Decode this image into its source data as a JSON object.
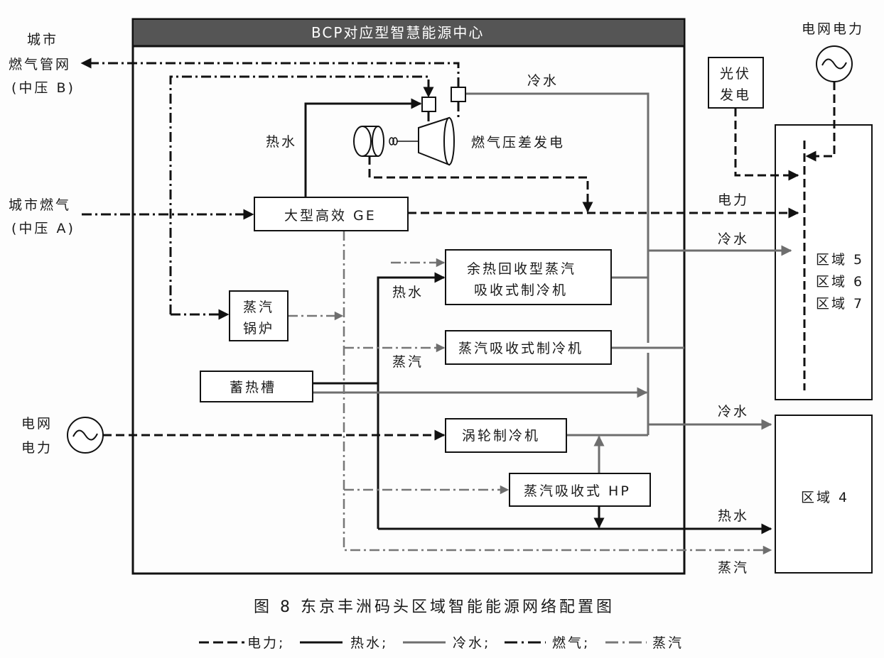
{
  "frame_title": "BCP对应型智慧能源中心",
  "external": {
    "city_gas_network": [
      "城市",
      "燃气管网",
      "(中压 B)"
    ],
    "city_gas": [
      "城市燃气",
      "(中压 A)"
    ],
    "grid_power_left": [
      "电网",
      "电力"
    ],
    "grid_power_top": "电网电力",
    "pv": [
      "光伏",
      "发电"
    ]
  },
  "equipment": {
    "ge": "大型高效 GE",
    "gas_pressure_gen": "燃气压差发电",
    "steam_boiler": [
      "蒸汽",
      "锅炉"
    ],
    "heat_storage": "蓄热槽",
    "waste_heat_chiller": [
      "余热回收型蒸汽",
      "吸收式制冷机"
    ],
    "steam_chiller": "蒸汽吸收式制冷机",
    "turbo_chiller": "涡轮制冷机",
    "steam_hp": "蒸汽吸收式 HP"
  },
  "zones": {
    "zone567": [
      "区域 5",
      "区域 6",
      "区域 7"
    ],
    "zone4": "区域 4"
  },
  "flow_labels": {
    "cold_water_top": "冷水",
    "hot_water_left": "热水",
    "power": "电力",
    "cold_water_zone5": "冷水",
    "hot_water_mid": "热水",
    "steam_mid": "蒸汽",
    "cold_water_zone4": "冷水",
    "hot_water_zone4": "热水",
    "steam_zone4": "蒸汽"
  },
  "caption": "图 8  东京丰洲码头区域智能能源网络配置图",
  "legend": [
    {
      "type": "power",
      "label": "电力;"
    },
    {
      "type": "hot_water",
      "label": "热水;"
    },
    {
      "type": "cold_water",
      "label": "冷水;"
    },
    {
      "type": "gas",
      "label": "燃气;"
    },
    {
      "type": "steam",
      "label": "蒸汽"
    }
  ],
  "colors": {
    "title_bar": "#555555",
    "cold_water": "#6e6e6e",
    "steam": "#777777",
    "line": "#111111"
  }
}
